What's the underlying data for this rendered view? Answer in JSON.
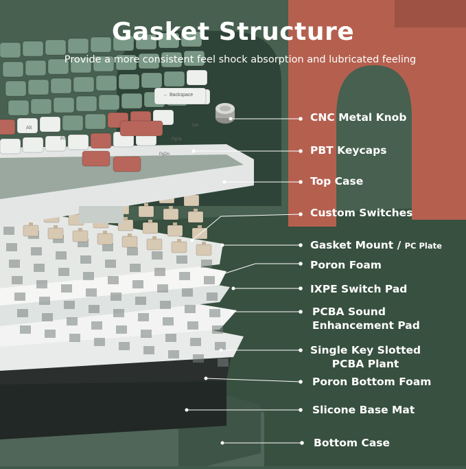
{
  "header": {
    "title": "Gasket Structure",
    "subtitle": "Provide a more consistent feel shock absorption and lubricated feeling"
  },
  "keycap_legends": {
    "backspace": "← Backspace",
    "alt": "Alt",
    "fn": "Fn",
    "pgup": "PgUp",
    "pgdn": "PgDn",
    "del": "Del"
  },
  "callouts": [
    {
      "id": "cnc-metal-knob",
      "label": "CNC Metal Knob"
    },
    {
      "id": "pbt-keycaps",
      "label": "PBT Keycaps"
    },
    {
      "id": "top-case",
      "label": "Top Case"
    },
    {
      "id": "custom-switches",
      "label": "Custom Switches"
    },
    {
      "id": "gasket-mount",
      "label": "Gasket Mount / ",
      "sub": "PC Plate"
    },
    {
      "id": "poron-foam",
      "label": "Poron Foam"
    },
    {
      "id": "ixpe-switch-pad",
      "label": "IXPE Switch Pad"
    },
    {
      "id": "pcba-sound-pad",
      "label": "PCBA Sound\nEnhancement Pad"
    },
    {
      "id": "single-key-slotted",
      "label": "Single Key Slotted\nPCBA Plant"
    },
    {
      "id": "poron-bottom-foam",
      "label": "Poron Bottom Foam"
    },
    {
      "id": "silicone-base-mat",
      "label": "Slicone Base Mat"
    },
    {
      "id": "bottom-case",
      "label": "Bottom Case"
    }
  ],
  "colors": {
    "background": "#3f5a4d",
    "accent_wall": "#b5604f",
    "keycap_green": "#7a9886",
    "keycap_red": "#b8665b",
    "keycap_white": "#eef0ee",
    "switch_beige": "#d8c9b3",
    "dark_layer": "#222826",
    "case_green": "#4f6658"
  }
}
